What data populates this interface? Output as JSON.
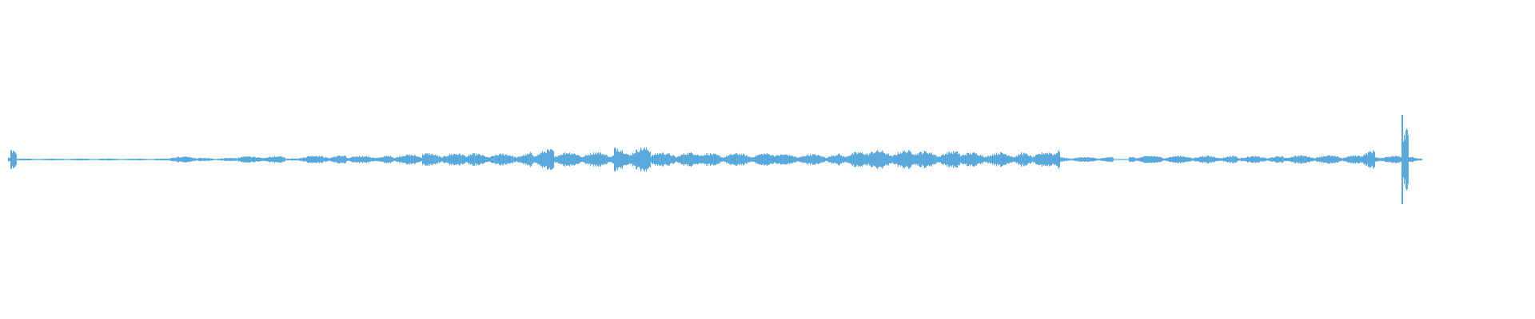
{
  "waveform": {
    "color": "#5aa9dc",
    "background": "#ffffff",
    "segments": [
      {
        "from": 0.0,
        "to": 0.0015,
        "level": 0.1
      },
      {
        "from": 0.0015,
        "to": 0.005,
        "level": 0.55
      },
      {
        "from": 0.005,
        "to": 0.105,
        "level": 0.05
      },
      {
        "from": 0.105,
        "to": 0.125,
        "level": 0.14
      },
      {
        "from": 0.125,
        "to": 0.15,
        "level": 0.08
      },
      {
        "from": 0.15,
        "to": 0.18,
        "level": 0.16
      },
      {
        "from": 0.18,
        "to": 0.19,
        "level": 0.06
      },
      {
        "from": 0.19,
        "to": 0.22,
        "level": 0.2
      },
      {
        "from": 0.22,
        "to": 0.25,
        "level": 0.18
      },
      {
        "from": 0.25,
        "to": 0.27,
        "level": 0.24
      },
      {
        "from": 0.27,
        "to": 0.3,
        "level": 0.3
      },
      {
        "from": 0.3,
        "to": 0.34,
        "level": 0.28
      },
      {
        "from": 0.34,
        "to": 0.355,
        "level": 0.48
      },
      {
        "from": 0.355,
        "to": 0.395,
        "level": 0.36
      },
      {
        "from": 0.395,
        "to": 0.418,
        "level": 0.58
      },
      {
        "from": 0.418,
        "to": 0.45,
        "level": 0.34
      },
      {
        "from": 0.45,
        "to": 0.5,
        "level": 0.3
      },
      {
        "from": 0.5,
        "to": 0.54,
        "level": 0.26
      },
      {
        "from": 0.54,
        "to": 0.56,
        "level": 0.36
      },
      {
        "from": 0.56,
        "to": 0.59,
        "level": 0.44
      },
      {
        "from": 0.59,
        "to": 0.62,
        "level": 0.4
      },
      {
        "from": 0.62,
        "to": 0.66,
        "level": 0.34
      },
      {
        "from": 0.66,
        "to": 0.68,
        "level": 0.36
      },
      {
        "from": 0.68,
        "to": 0.685,
        "level": 0.55
      },
      {
        "from": 0.685,
        "to": 0.72,
        "level": 0.12
      },
      {
        "from": 0.72,
        "to": 0.73,
        "level": 0.03
      },
      {
        "from": 0.73,
        "to": 0.8,
        "level": 0.18
      },
      {
        "from": 0.8,
        "to": 0.83,
        "level": 0.16
      },
      {
        "from": 0.83,
        "to": 0.88,
        "level": 0.2
      },
      {
        "from": 0.88,
        "to": 0.89,
        "level": 0.45
      },
      {
        "from": 0.89,
        "to": 0.908,
        "level": 0.18
      },
      {
        "from": 0.908,
        "to": 0.912,
        "level": 2.0
      },
      {
        "from": 0.912,
        "to": 0.918,
        "level": 0.15
      },
      {
        "from": 0.918,
        "to": 0.921,
        "level": 0.05
      }
    ]
  }
}
